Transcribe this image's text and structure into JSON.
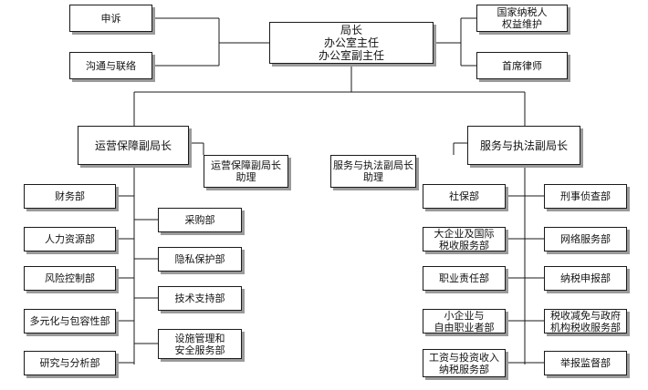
{
  "org_chart": {
    "director": "局长\n办公室主任\n办公室副主任",
    "top_left": [
      "申诉",
      "沟通与联络"
    ],
    "top_right": [
      "国家纳税人\n权益维护",
      "首席律师"
    ],
    "ops_deputy": {
      "title": "运营保障副局长",
      "assistant": "运营保障副局长\n助理",
      "outer_units": [
        "财务部",
        "人力资源部",
        "风险控制部",
        "多元化与包容性部",
        "研究与分析部"
      ],
      "inner_units": [
        "采购部",
        "隐私保护部",
        "技术支持部",
        "设施管理和\n安全服务部"
      ]
    },
    "service_deputy": {
      "title": "服务与执法副局长",
      "assistant": "服务与执法副局长\n助理",
      "left_units": [
        "社保部",
        "大企业及国际\n税收服务部",
        "职业责任部",
        "小企业与\n自由职业者部",
        "工资与投资收入\n纳税服务部"
      ],
      "right_units": [
        "刑事侦查部",
        "网络服务部",
        "纳税申报部",
        "税收减免与政府\n机构税收服务部",
        "举报监督部"
      ]
    }
  },
  "colors": {
    "border": "#1a1a1a",
    "shadow": "#9a9a9a",
    "line": "#1a1a1a",
    "background": "#ffffff"
  }
}
